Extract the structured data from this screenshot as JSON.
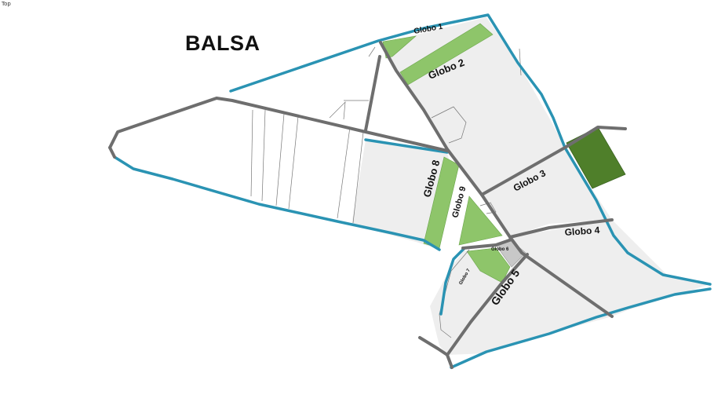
{
  "view_label": "Top",
  "map_title": "BALSA",
  "colors": {
    "background": "#ffffff",
    "parcel_fill": "#eeeeee",
    "road": "#6e6e6e",
    "river": "#2a93b3",
    "vegetation": "#8ec56a",
    "forest": "#4f7f2a",
    "gray_plot": "#c8c8c8"
  },
  "globos": [
    {
      "name": "Globo 1"
    },
    {
      "name": "Globo 2"
    },
    {
      "name": "Globo 3"
    },
    {
      "name": "Globo 4"
    },
    {
      "name": "Globo 5"
    },
    {
      "name": "Globo 6"
    },
    {
      "name": "Globo 7"
    },
    {
      "name": "Globo 8"
    },
    {
      "name": "Globo 9"
    }
  ]
}
